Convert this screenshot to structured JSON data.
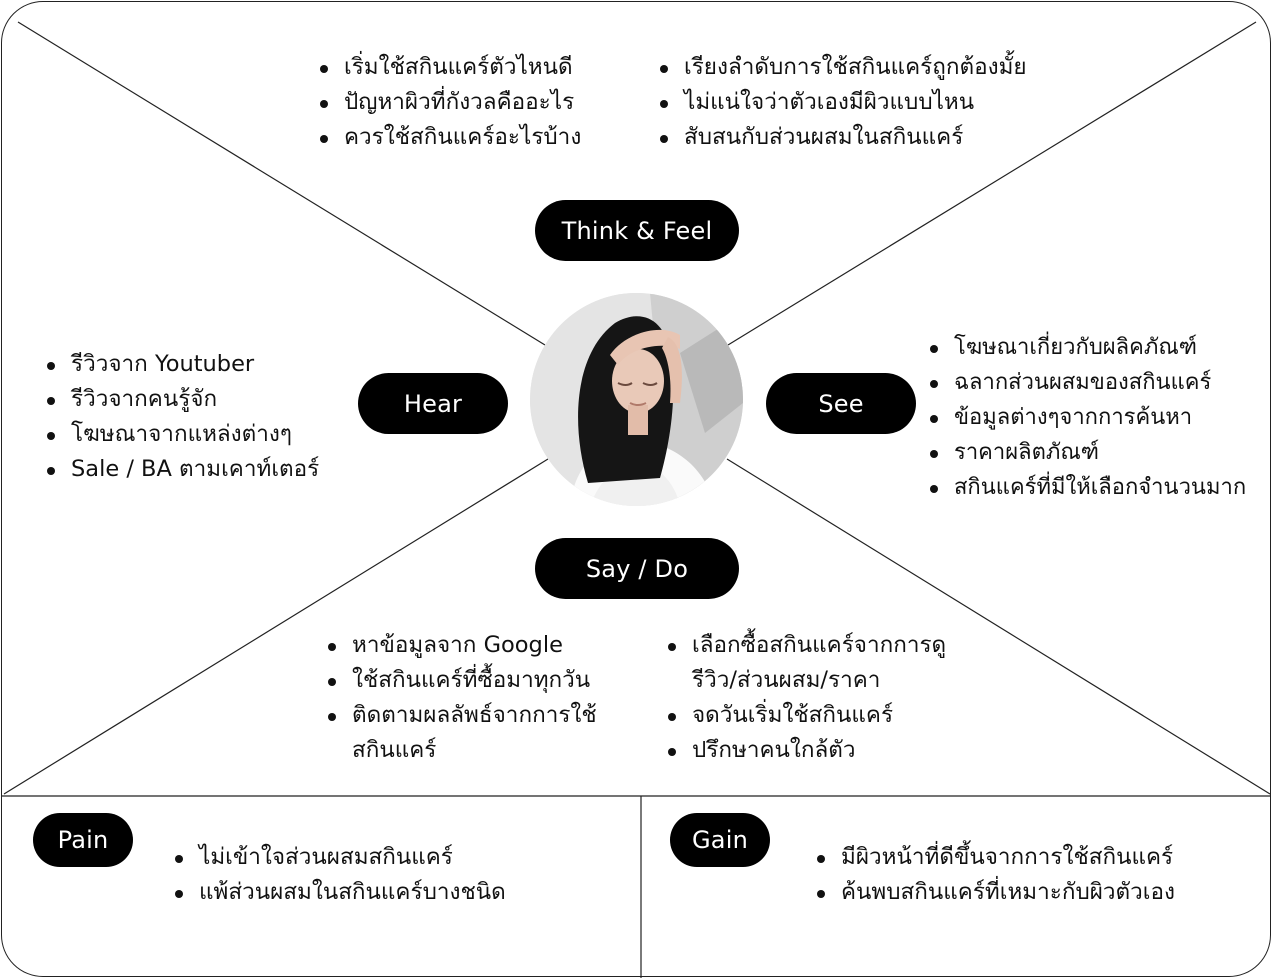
{
  "center": {
    "avatar_icon": "stressed-woman-photo"
  },
  "think_feel": {
    "label": "Think & Feel",
    "left_items": [
      "เริ่มใช้สกินแคร์ตัวไหนดี",
      "ปัญหาผิวที่กังวลคืออะไร",
      "ควรใช้สกินแคร์อะไรบ้าง"
    ],
    "right_items": [
      "เรียงลำดับการใช้สกินแคร์ถูกต้องมั้ย",
      "ไม่แน่ใจว่าตัวเองมีผิวแบบไหน",
      "สับสนกับส่วนผสมในสกินแคร์"
    ]
  },
  "hear": {
    "label": "Hear",
    "items": [
      "รีวิวจาก Youtuber",
      "รีวิวจากคนรู้จัก",
      "โฆษณาจากแหล่งต่างๆ",
      "Sale / BA ตามเคาท์เตอร์"
    ]
  },
  "see": {
    "label": "See",
    "items": [
      "โฆษณาเกี่ยวกับผลิคภัณฑ์",
      "ฉลากส่วนผสมของสกินแคร์",
      "ข้อมูลต่างๆจากการค้นหา",
      "ราคาผลิตภัณฑ์",
      "สกินแคร์ที่มีให้เลือกจำนวนมาก"
    ]
  },
  "say_do": {
    "label": "Say / Do",
    "left_items": [
      "หาข้อมูลจาก Google",
      "ใช้สกินแคร์ที่ซื้อมาทุกวัน",
      "ติดตามผลลัพธ์จากการใช้สกินแคร์"
    ],
    "right_items": [
      "เลือกซื้อสกินแคร์จากการดูรีวิว/ส่วนผสม/ราคา",
      "จดวันเริ่มใช้สกินแคร์",
      "ปรึกษาคนใกล้ตัว"
    ]
  },
  "pain": {
    "label": "Pain",
    "items": [
      "ไม่เข้าใจส่วนผสมสกินแคร์",
      "แพ้ส่วนผสมในสกินแคร์บางชนิด"
    ]
  },
  "gain": {
    "label": "Gain",
    "items": [
      "มีผิวหน้าที่ดีขึ้นจากการใช้สกินแคร์",
      "ค้นพบสกินแคร์ที่เหมาะกับผิวตัวเอง"
    ]
  }
}
